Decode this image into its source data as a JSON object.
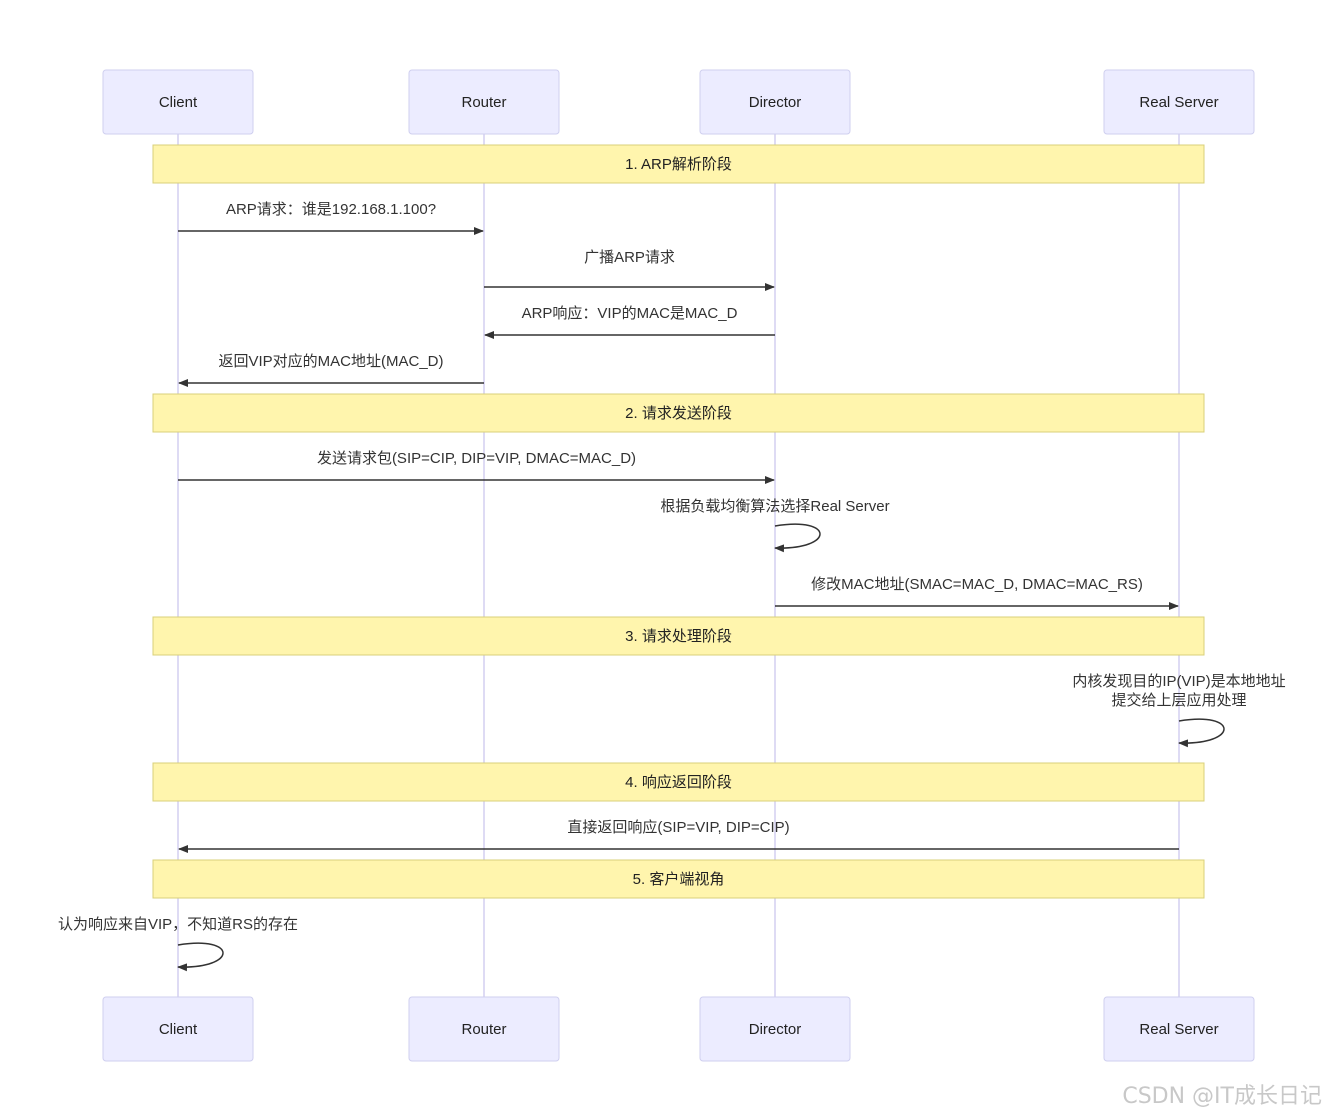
{
  "participants": [
    {
      "id": "client",
      "label": "Client"
    },
    {
      "id": "router",
      "label": "Router"
    },
    {
      "id": "director",
      "label": "Director"
    },
    {
      "id": "rs",
      "label": "Real Server"
    }
  ],
  "phases": [
    {
      "label": "1. ARP解析阶段"
    },
    {
      "label": "2. 请求发送阶段"
    },
    {
      "label": "3. 请求处理阶段"
    },
    {
      "label": "4. 响应返回阶段"
    },
    {
      "label": "5. 客户端视角"
    }
  ],
  "messages": [
    {
      "from": "client",
      "to": "router",
      "lines": [
        "ARP请求：谁是192.168.1.100?"
      ]
    },
    {
      "from": "router",
      "to": "director",
      "lines": [
        "广播ARP请求"
      ]
    },
    {
      "from": "director",
      "to": "router",
      "lines": [
        "ARP响应：VIP的MAC是MAC_D"
      ]
    },
    {
      "from": "router",
      "to": "client",
      "lines": [
        "返回VIP对应的MAC地址(MAC_D)"
      ]
    },
    {
      "from": "client",
      "to": "director",
      "lines": [
        "发送请求包(SIP=CIP, DIP=VIP, DMAC=MAC_D)"
      ]
    },
    {
      "from": "director",
      "to": "director",
      "lines": [
        "根据负载均衡算法选择Real Server"
      ]
    },
    {
      "from": "director",
      "to": "rs",
      "lines": [
        "修改MAC地址(SMAC=MAC_D, DMAC=MAC_RS)"
      ]
    },
    {
      "from": "rs",
      "to": "rs",
      "lines": [
        "内核发现目的IP(VIP)是本地地址",
        "提交给上层应用处理"
      ]
    },
    {
      "from": "rs",
      "to": "client",
      "lines": [
        "直接返回响应(SIP=VIP, DIP=CIP)"
      ]
    },
    {
      "from": "client",
      "to": "client",
      "lines": [
        "认为响应来自VIP，不知道RS的存在"
      ]
    }
  ],
  "watermark": "CSDN @IT成长日记"
}
